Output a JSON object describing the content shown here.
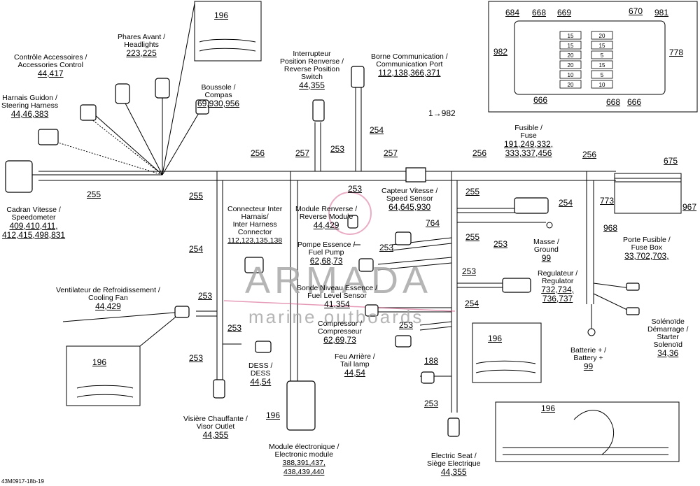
{
  "labels": {
    "cadran": {
      "t1": "Cadran Vitesse /",
      "t2": "Speedometer",
      "r1": "409,410,411,",
      "r2": "412,415,498,831"
    },
    "harnais_guidon": {
      "t1": "Harnais Guidon /",
      "t2": "Steering Harness",
      "r": "44,46,383"
    },
    "controle_acc": {
      "t1": "Contrôle Accessoires /",
      "t2": "Accessories Control",
      "r": "44,417"
    },
    "phares": {
      "t1": "Phares Avant /",
      "t2": "Headlights",
      "r": "223,225"
    },
    "boussole": {
      "t1": "Boussole /",
      "t2": "Compas",
      "r": "69,930,956"
    },
    "interrupteur": {
      "t1": "Interrupteur",
      "t2": "Position Renverse /",
      "t3": "Reverse Position",
      "t4": "Switch",
      "r": "44,355"
    },
    "borne": {
      "t1": "Borne Communication /",
      "t2": "Communication Port",
      "r": "112,138,366,371"
    },
    "fusible": {
      "t1": "Fusible /",
      "t2": "Fuse",
      "r1": "191,249,332,",
      "r2": "333,337,456"
    },
    "connecteur": {
      "t1": "Connecteur Inter",
      "t2": "Harnais/",
      "t3": "Inter Harness",
      "t4": "Connector",
      "r": "112,123,135,138"
    },
    "module_renverse": {
      "t1": "Module Renverse /",
      "t2": "Reverse Module",
      "r": "44,429"
    },
    "capteur": {
      "t1": "Capteur Vitesse /",
      "t2": "Speed Sensor",
      "r": "64,645,930"
    },
    "pompe": {
      "t1": "Pompe Essence /",
      "t2": "Fuel Pump",
      "r": "62,68,73"
    },
    "masse": {
      "t1": "Masse /",
      "t2": "Ground",
      "r": "99"
    },
    "regulateur": {
      "t1": "Regulateur /",
      "t2": "Regulator",
      "r1": "732,734,",
      "r2": "736,737"
    },
    "ventilateur": {
      "t1": "Ventilateur de Refroidissement /",
      "t2": "Cooling Fan",
      "r": "44,429"
    },
    "sonde": {
      "t1": "Sonde Niveau Essence /",
      "t2": "Fuel Level Sensor",
      "r": "41,354"
    },
    "compresseur": {
      "t1": "Compressor /",
      "t2": "Compresseur",
      "r": "62,69,73"
    },
    "feu": {
      "t1": "Feu Arrière /",
      "t2": "Tail lamp",
      "r": "44,54"
    },
    "dess": {
      "t1": "DESS /",
      "t2": "DESS",
      "r": "44,54"
    },
    "visiere": {
      "t1": "Visière Chauffante /",
      "t2": "Visor Outlet",
      "r": "44,355"
    },
    "module_elec": {
      "t1": "Module électronique /",
      "t2": "Electronic module",
      "r1": "388,391,437,",
      "r2": "438,439,440"
    },
    "electric_seat": {
      "t1": "Electric Seat /",
      "t2": "Siège Electrique",
      "r": "44,355"
    },
    "batterie": {
      "t1": "Batterie + /",
      "t2": "Battery +",
      "r": "99"
    },
    "solenoide": {
      "t1": "Solénoïde",
      "t2": "Démarrage /",
      "t3": "Starter",
      "t4": "Solenoïd",
      "r": "34,36"
    },
    "porte_fusible": {
      "t1": "Porte Fusible /",
      "t2": "Fuse Box",
      "r": "33,702,703,"
    }
  },
  "wire_numbers": {
    "n255a": "255",
    "n255b": "255",
    "n256a": "256",
    "n257a": "257",
    "n253a": "253",
    "n254a": "254",
    "n257b": "257",
    "n256b": "256",
    "n256c": "256",
    "n982": "1→982",
    "n253b": "253",
    "n255c": "255",
    "n254b": "254",
    "n764": "764",
    "n253c": "253",
    "n255d": "255",
    "n253d": "253",
    "n254c": "254",
    "n253e": "253",
    "n253f": "253",
    "n253g": "253",
    "n253h": "253",
    "n254d": "254",
    "n253i": "253",
    "n188": "188",
    "n253j": "253",
    "n196a": "196",
    "n196b": "196",
    "n196c": "196",
    "n196d": "196",
    "n196e": "196",
    "n675": "675",
    "n773": "773",
    "n967": "967",
    "n968": "968",
    "n684": "684",
    "n668a": "668",
    "n669": "669",
    "n670": "670",
    "n981": "981",
    "n982b": "982",
    "n778": "778",
    "n666a": "666",
    "n668b": "668",
    "n666b": "666"
  },
  "fuse_slots": [
    "15",
    "15",
    "20",
    "20",
    "10",
    "20",
    "20",
    "15",
    "5",
    "15",
    "5",
    "10"
  ],
  "watermark": {
    "brand": "ARMADA",
    "sub": "marine outboards"
  },
  "diagram_code": "43M0917-18b-19"
}
